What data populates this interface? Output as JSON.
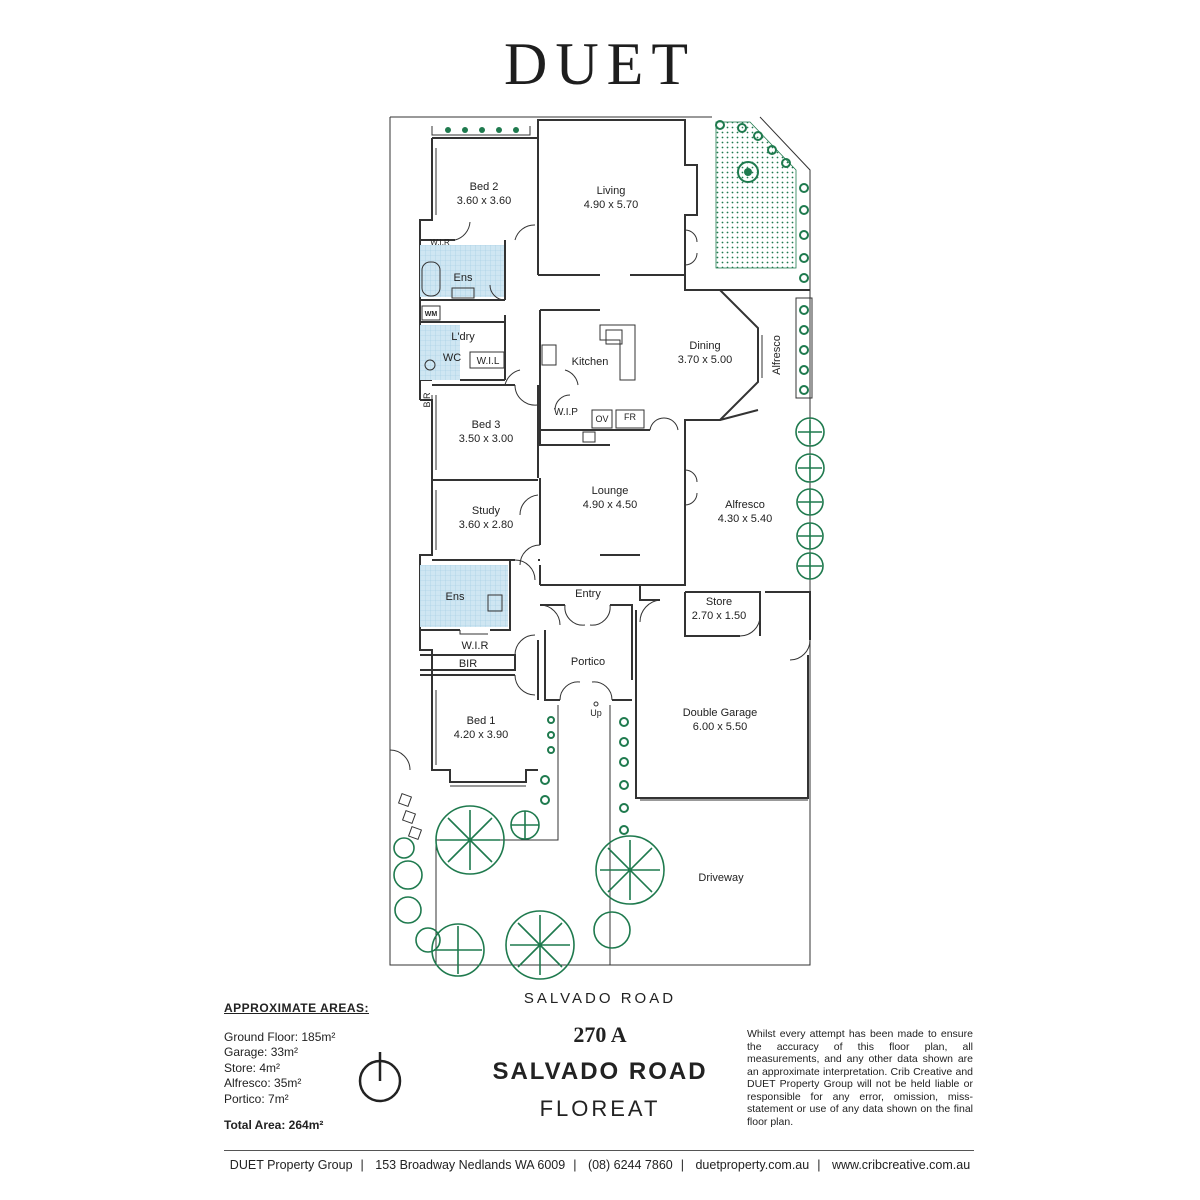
{
  "brand": "DUET",
  "rooms": {
    "bed2": {
      "name": "Bed 2",
      "dim": "3.60 x 3.60"
    },
    "living": {
      "name": "Living",
      "dim": "4.90 x 5.70"
    },
    "wir_top": "W.I.R",
    "ens_top": "Ens",
    "wm": "WM",
    "ldry": "L'dry",
    "wc": "WC",
    "wil": "W.I.L",
    "kitchen": "Kitchen",
    "dining": {
      "name": "Dining",
      "dim": "3.70 x 5.00"
    },
    "alfresco_side": "Alfresco",
    "bir_top": "BIR",
    "wip": "W.I.P",
    "ov": "OV",
    "fr": "FR",
    "bed3": {
      "name": "Bed 3",
      "dim": "3.50 x 3.00"
    },
    "lounge": {
      "name": "Lounge",
      "dim": "4.90 x 4.50"
    },
    "study": {
      "name": "Study",
      "dim": "3.60 x 2.80"
    },
    "alfresco": {
      "name": "Alfresco",
      "dim": "4.30 x 5.40"
    },
    "ens_bottom": "Ens",
    "entry": "Entry",
    "store": {
      "name": "Store",
      "dim": "2.70 x 1.50"
    },
    "wir_bottom": "W.I.R",
    "bir_bottom": "BIR",
    "portico": "Portico",
    "up": "Up",
    "bed1": {
      "name": "Bed 1",
      "dim": "4.20 x 3.90"
    },
    "garage": {
      "name": "Double Garage",
      "dim": "6.00 x 5.50"
    },
    "driveway": "Driveway"
  },
  "street": "SALVADO ROAD",
  "areas": {
    "heading": "APPROXIMATE AREAS:",
    "lines": [
      "Ground Floor: 185m²",
      "Garage: 33m²",
      "Store: 4m²",
      "Alfresco: 35m²",
      "Portico: 7m²"
    ],
    "total": "Total Area: 264m²"
  },
  "address": {
    "line1": "270 A",
    "line2": "SALVADO ROAD",
    "line3": "FLOREAT"
  },
  "disclaimer": "Whilst every attempt has been made to ensure the accuracy of this floor plan, all measurements, and any other data shown are an approximate interpretation. Crib Creative and DUET Property Group will not be held liable or responsible for any error, omission, miss-statement or use of any data shown on the final floor plan.",
  "footer": [
    "DUET Property Group",
    "153 Broadway Nedlands WA 6009",
    "(08) 6244 7860",
    "duetproperty.com.au",
    "www.cribcreative.com.au"
  ],
  "colors": {
    "plants": "#1f7a4e",
    "wet_area": "#cfe6f2",
    "walls": "#333333"
  }
}
